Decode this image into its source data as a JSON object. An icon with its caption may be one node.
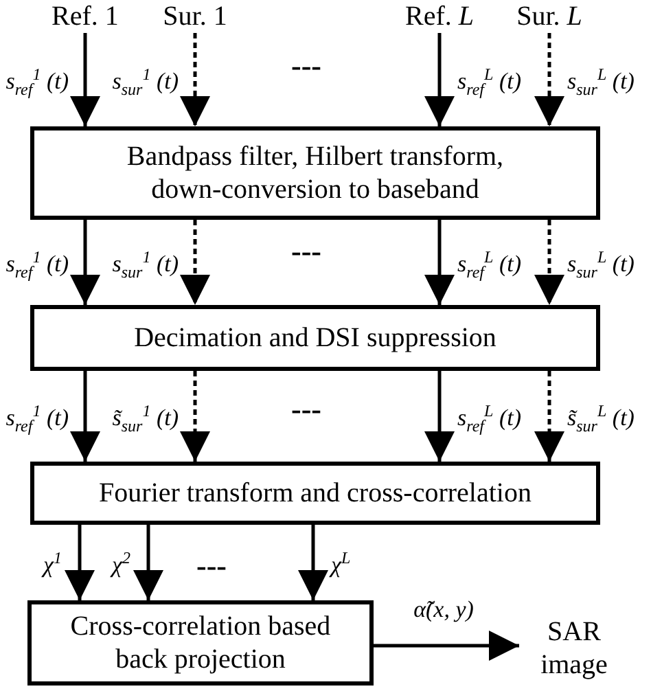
{
  "diagram": {
    "nodes": [
      {
        "text": [
          "Ref. 1"
        ]
      },
      {
        "text": [
          "Sur. 1"
        ]
      },
      {
        "text": [
          "Ref. *L*"
        ]
      },
      {
        "text": [
          "Sur. *L*"
        ]
      },
      {
        "text": [
          "Bandpass filter, Hilbert transform, down-conversion to baseband"
        ]
      },
      {
        "text": [
          "Decimation and DSI suppression"
        ]
      },
      {
        "text": [
          "Fourier transform and cross-correlation"
        ]
      },
      {
        "text": [
          "Cross-correlation based back projection"
        ]
      },
      {
        "text": [
          "SAR image"
        ]
      }
    ],
    "edges": [
      {
        "from": 0,
        "to": 4,
        "arrow": "to",
        "label": "s$_{ref}$$^{1}$ (t)"
      },
      {
        "from": 1,
        "to": 4,
        "arrow": "to",
        "style": "dashed",
        "label": "s$_{sur}$$^{1}$ (t)"
      },
      {
        "from": 2,
        "to": 4,
        "arrow": "to",
        "label": "s$_{ref}$$^{L}$ (t)"
      },
      {
        "from": 3,
        "to": 4,
        "arrow": "to",
        "style": "dashed",
        "label": "s$_{sur}$$^{L}$ (t)"
      },
      {
        "from": 4,
        "to": 5,
        "arrow": "to",
        "label": "s$_{ref}$$^{1}$ (t)"
      },
      {
        "from": 4,
        "to": 5,
        "arrow": "to",
        "style": "dashed",
        "label": "s$_{sur}$$^{1}$ (t)"
      },
      {
        "from": 4,
        "to": 5,
        "arrow": "to",
        "label": "s$_{ref}$$^{L}$ (t)"
      },
      {
        "from": 4,
        "to": 5,
        "arrow": "to",
        "style": "dashed",
        "label": "s$_{sur}$$^{L}$ (t)"
      },
      {
        "from": 5,
        "to": 6,
        "arrow": "to",
        "label": "s$_{ref}$$^{1}$ (t)"
      },
      {
        "from": 5,
        "to": 6,
        "arrow": "to",
        "style": "dashed",
        "label": "s̃$_{sur}$$^{1}$ (t)"
      },
      {
        "from": 5,
        "to": 6,
        "arrow": "to",
        "label": "s$_{ref}$$^{L}$ (t)"
      },
      {
        "from": 5,
        "to": 6,
        "arrow": "to",
        "style": "dashed",
        "label": "s̃$_{sur}$$^{L}$ (t)"
      },
      {
        "from": 6,
        "to": 7,
        "arrow": "to",
        "label": "χ$^{1}$"
      },
      {
        "from": 6,
        "to": 7,
        "arrow": "to",
        "label": "χ$^{2}$"
      },
      {
        "from": 6,
        "to": 7,
        "arrow": "to",
        "label": "χ$^{L}$"
      },
      {
        "from": 7,
        "to": 8,
        "arrow": "to",
        "label": "α̃(x, y)"
      }
    ],
    "labels": [
      "---",
      "---",
      "---",
      "---"
    ]
  }
}
